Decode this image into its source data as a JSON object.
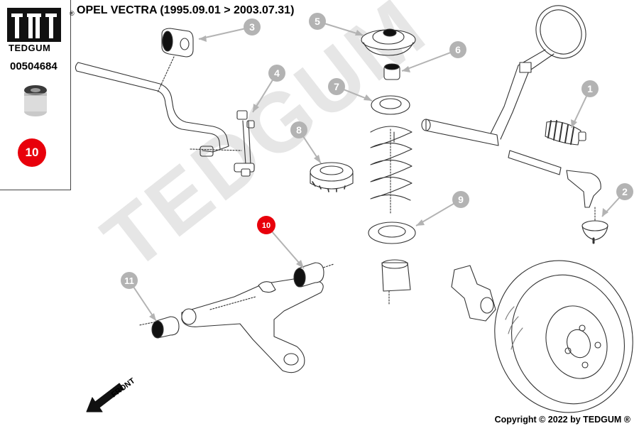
{
  "brand": {
    "logo_text": "TEDGUM",
    "registered_mark": "®"
  },
  "part_number": "00504684",
  "highlighted_part_label": "10",
  "title": "OPEL VECTRA (1995.09.01 > 2003.07.31)",
  "watermark_text": "TEDGUM",
  "front_label": "FRONT",
  "copyright": "Copyright © 2022 by TEDGUM ®",
  "colors": {
    "highlight": "#e8000b",
    "callout_grey": "#b3b3b3",
    "line_art": "#333333",
    "watermark": "#e6e6e6"
  },
  "callouts": [
    {
      "id": "callout-1",
      "label": "1"
    },
    {
      "id": "callout-2",
      "label": "2"
    },
    {
      "id": "callout-3",
      "label": "3"
    },
    {
      "id": "callout-4",
      "label": "4"
    },
    {
      "id": "callout-5",
      "label": "5"
    },
    {
      "id": "callout-6",
      "label": "6"
    },
    {
      "id": "callout-7",
      "label": "7"
    },
    {
      "id": "callout-8",
      "label": "8"
    },
    {
      "id": "callout-9",
      "label": "9"
    },
    {
      "id": "callout-10",
      "label": "10",
      "highlight": true
    },
    {
      "id": "callout-11",
      "label": "11"
    }
  ]
}
